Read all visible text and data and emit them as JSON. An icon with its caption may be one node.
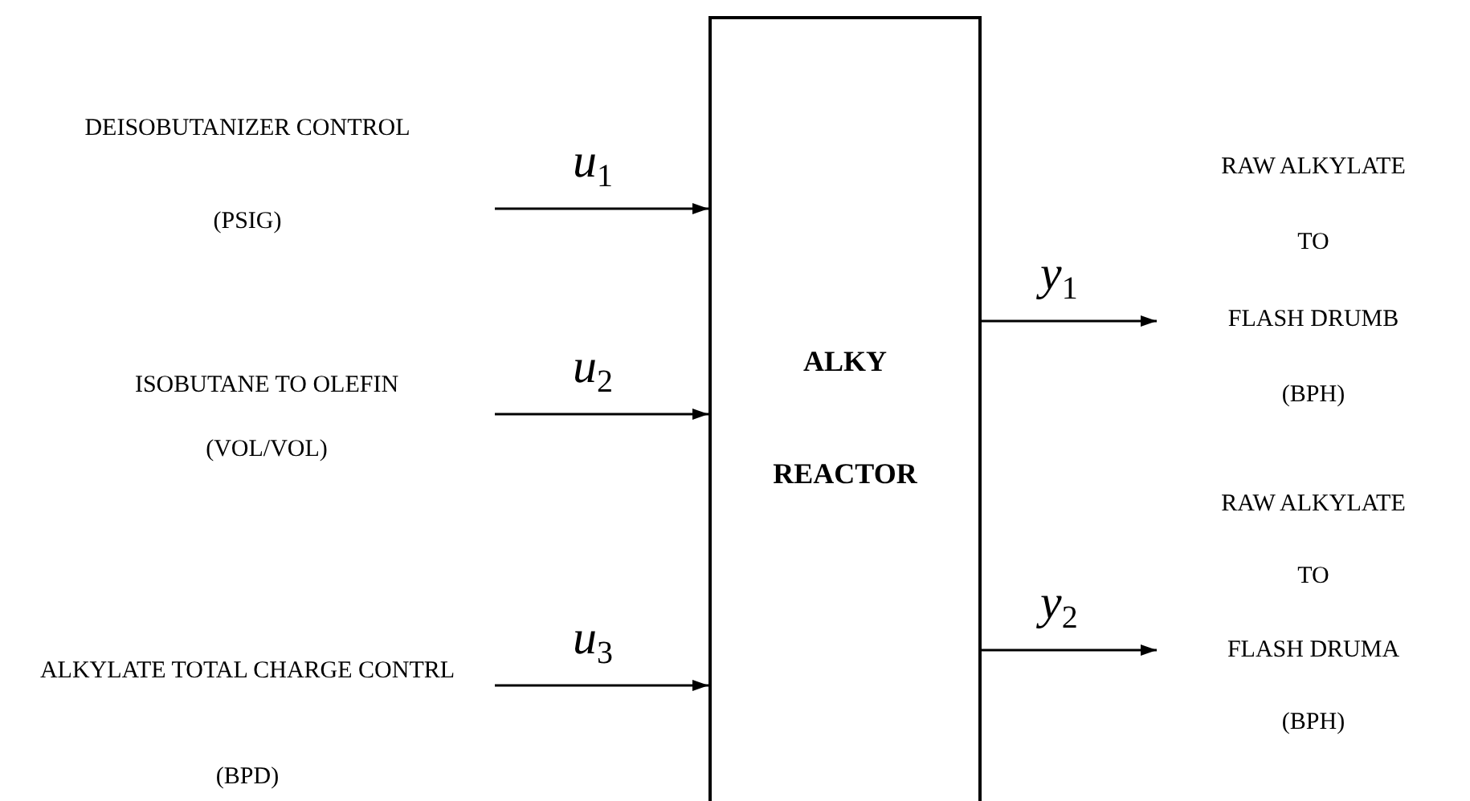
{
  "diagram": {
    "nodes": [
      {
        "text": [
          "ALKY REACTOR"
        ]
      },
      {
        "text": [
          "DEISOBUTANIZER CONTROL",
          "(PSIG)"
        ]
      },
      {
        "text": [
          "ISOBUTANE TO OLEFIN",
          "(VOL/VOL)"
        ]
      },
      {
        "text": [
          "ALKYLATE TOTAL CHARGE CONTRL",
          "(BPD)"
        ]
      },
      {
        "text": [
          "RAW ALKYLATE",
          "TO",
          "FLASH DRUMB",
          "(BPH)"
        ]
      },
      {
        "text": [
          "RAW ALKYLATE",
          "TO",
          "FLASH DRUMA",
          "(BPH)"
        ]
      }
    ],
    "edges": [
      {
        "from": 1,
        "to": 0,
        "arrow": "to",
        "label": "u$_{1}$"
      },
      {
        "from": 2,
        "to": 0,
        "arrow": "to",
        "label": "u$_{2}$"
      },
      {
        "from": 3,
        "to": 0,
        "arrow": "to",
        "label": "u$_{3}$"
      },
      {
        "from": 0,
        "to": 4,
        "arrow": "to",
        "label": "y$_{1}$"
      },
      {
        "from": 0,
        "to": 5,
        "arrow": "to",
        "label": "y$_{2}$"
      }
    ]
  }
}
